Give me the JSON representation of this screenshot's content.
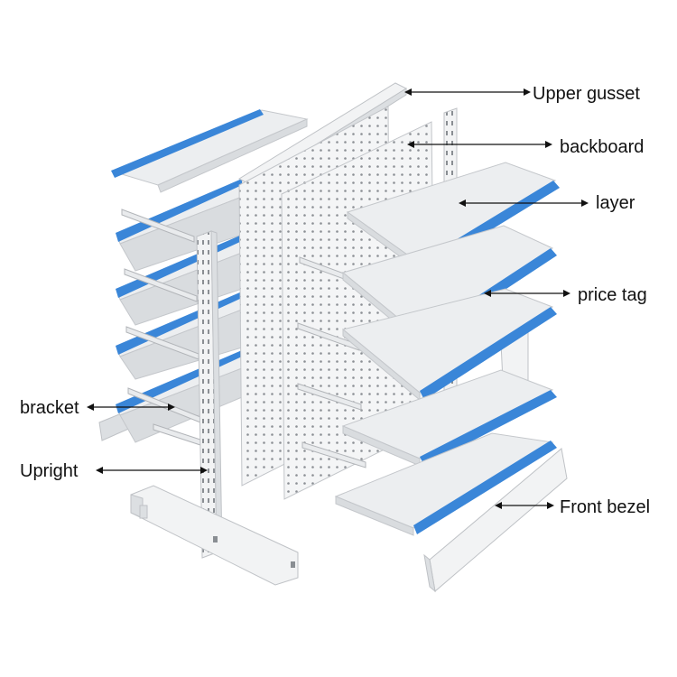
{
  "labels": {
    "upper_gusset": "Upper gusset",
    "backboard": "backboard",
    "layer": "layer",
    "price_tag": "price tag",
    "bracket": "bracket",
    "upright": "Upright",
    "front_bezel": "Front bezel"
  },
  "colors": {
    "price_tag": "#3a86d8",
    "metal": "#f2f3f4",
    "label_text": "#111111"
  }
}
